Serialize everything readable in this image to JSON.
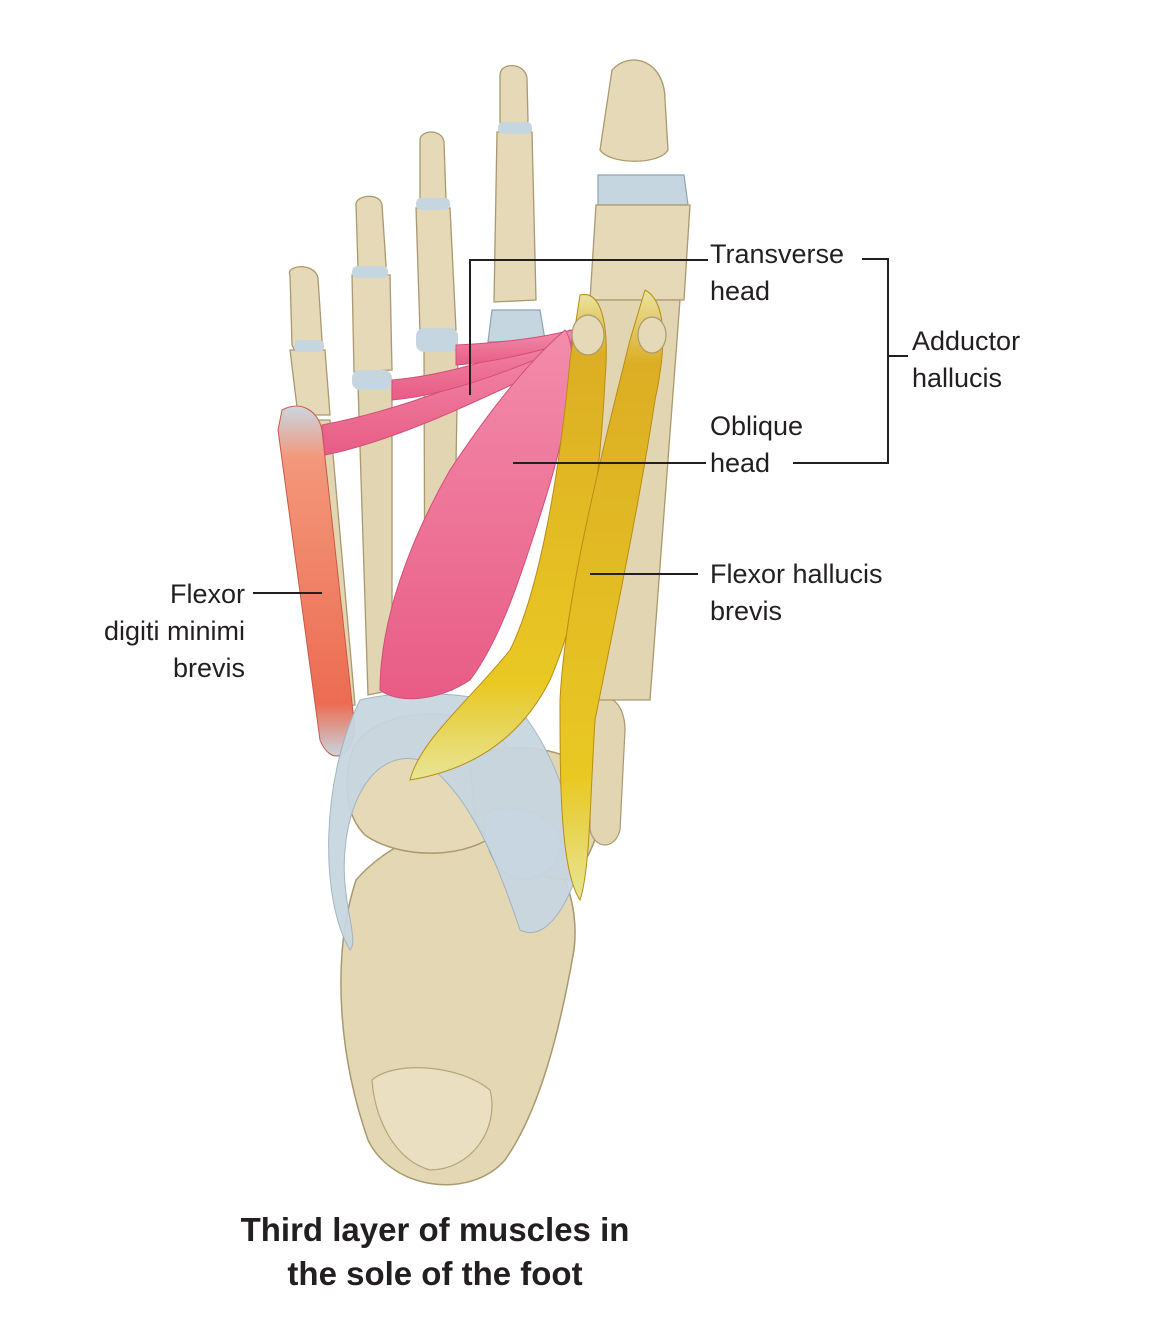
{
  "labels": {
    "transverse_head": [
      "Transverse",
      "head"
    ],
    "adductor_hallucis": [
      "Adductor",
      "hallucis"
    ],
    "oblique_head": [
      "Oblique",
      "head"
    ],
    "flexor_hallucis_brevis": [
      "Flexor hallucis",
      "brevis"
    ],
    "flexor_digiti_minimi_brevis": [
      "Flexor",
      "digiti minimi",
      "brevis"
    ]
  },
  "caption": [
    "Third layer of muscles in",
    "the sole of the foot"
  ],
  "colors": {
    "bone": "#e3d6b3",
    "bone_shade": "#c9b98c",
    "cartilage": "#bcd0dc",
    "adductor_muscle": "#ec6f93",
    "flexor_hallucis_muscle": "#dfae1e",
    "tendon_yellow": "#e4e38a",
    "digiti_minimi_muscle": "#ef7a5e",
    "ligament": "#c8d6e0",
    "text": "#231f20"
  }
}
